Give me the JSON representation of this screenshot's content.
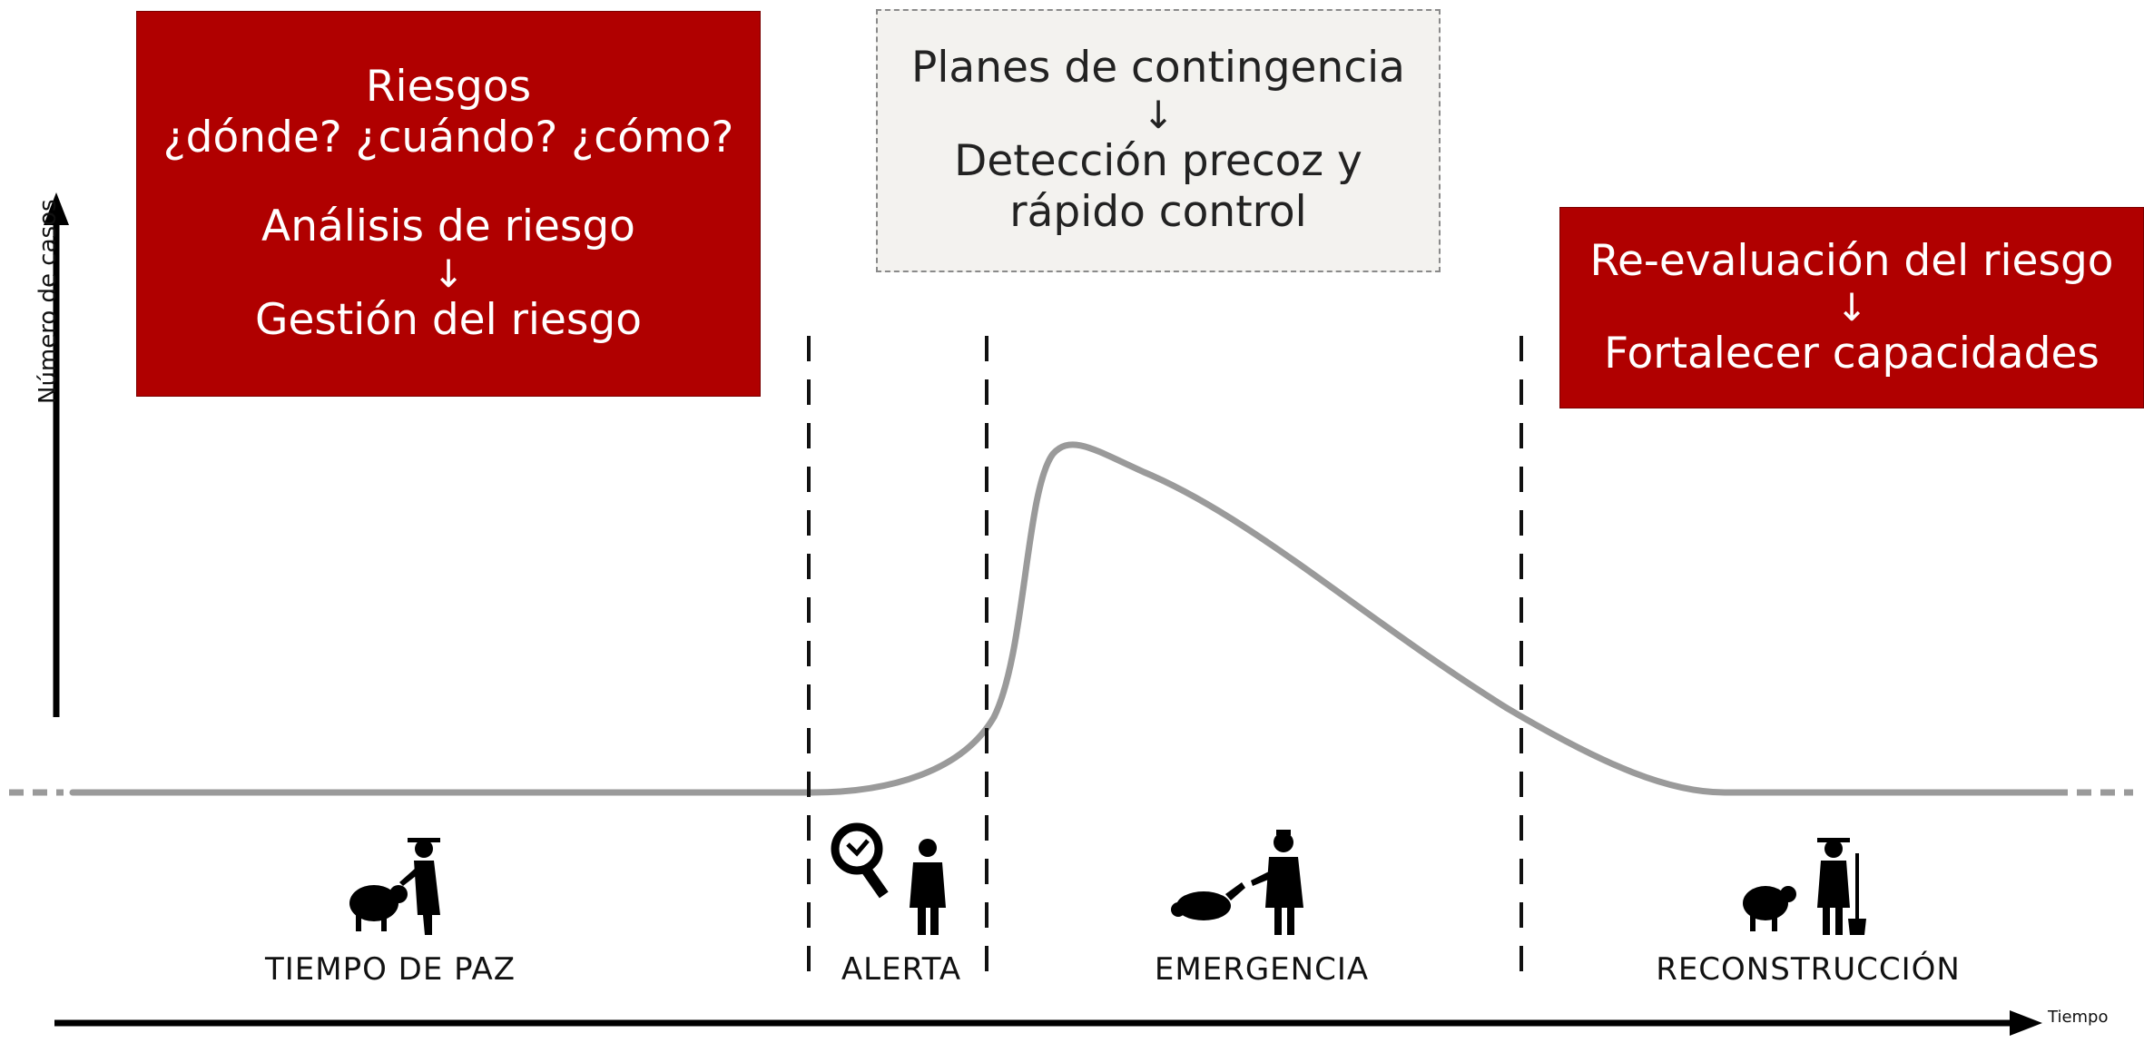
{
  "axes": {
    "y_label": "Número de casos",
    "x_label": "Tiempo"
  },
  "boxes": {
    "risk": {
      "line1": "Riesgos",
      "line2": "¿dónde? ¿cuándo? ¿cómo?",
      "line3": "Análisis de riesgo",
      "arrow": "↓",
      "line4": "Gestión del riesgo",
      "color": "#b00000"
    },
    "contingency": {
      "line1": "Planes de contingencia",
      "arrow": "↓",
      "line2": "Detección precoz y",
      "line3": "rápido control"
    },
    "reevaluation": {
      "line1": "Re-evaluación del riesgo",
      "arrow": "↓",
      "line2": "Fortalecer capacidades",
      "color": "#b00000"
    }
  },
  "phases": [
    {
      "label": "TIEMPO DE PAZ",
      "icon": "farmer-feeding-sheep-icon"
    },
    {
      "label": "ALERTA",
      "icon": "person-with-magnifier-icon"
    },
    {
      "label": "EMERGENCIA",
      "icon": "veterinarian-with-fallen-animal-icon"
    },
    {
      "label": "RECONSTRUCCIÓN",
      "icon": "farmer-with-shovel-and-sheep-icon"
    }
  ]
}
